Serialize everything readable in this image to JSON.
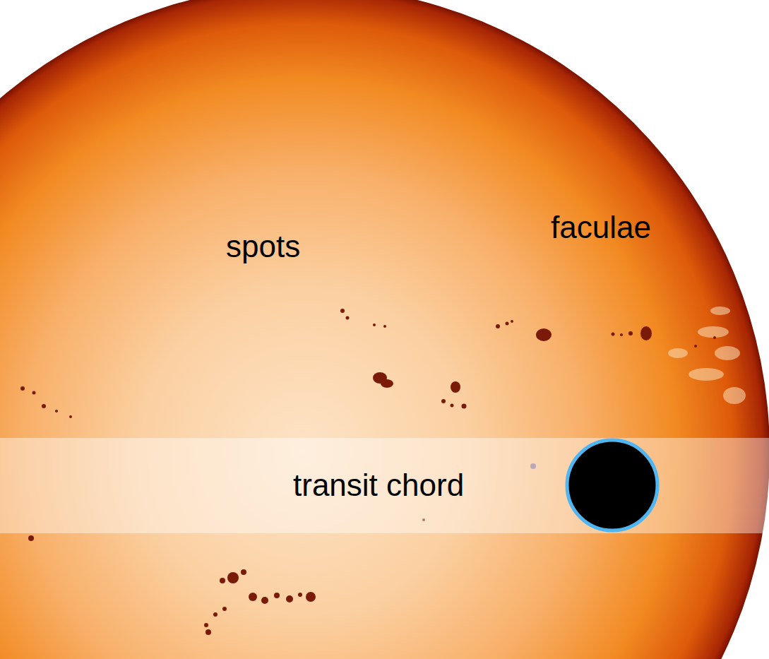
{
  "diagram": {
    "nodes": [
      {
        "text": [
          "transit chord"
        ]
      }
    ],
    "labels": [
      "spots",
      "faculae"
    ]
  }
}
